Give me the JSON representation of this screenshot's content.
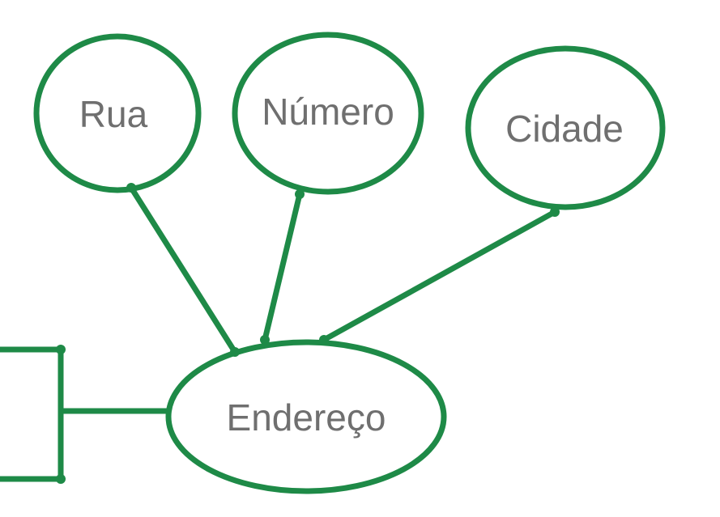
{
  "diagram": {
    "type": "entity-relationship",
    "stroke_color": "#1e8a47",
    "text_color": "#6f6f6f",
    "entity": {
      "label": ""
    },
    "composite_attribute": {
      "label": "Endereço"
    },
    "sub_attributes": [
      {
        "label": "Rua"
      },
      {
        "label": "Número"
      },
      {
        "label": "Cidade"
      }
    ]
  }
}
